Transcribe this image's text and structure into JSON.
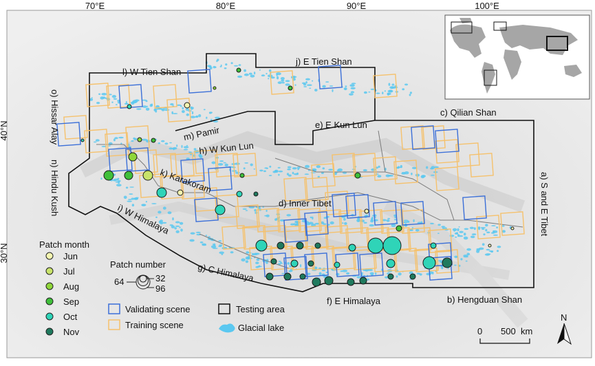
{
  "coordinates": {
    "lon_labels": [
      "70°E",
      "80°E",
      "90°E",
      "100°E"
    ],
    "lat_labels": [
      "40°N",
      "30°N"
    ]
  },
  "regions": {
    "a": "a) S and E Tibet",
    "b": "b) Hengduan Shan",
    "c": "c) Qilian Shan",
    "d": "d) Inner Tibet",
    "e": "e) E Kun Lun",
    "f": "f) E Himalaya",
    "g": "g) C Himalaya",
    "h": "h) W Kun Lun",
    "i": "i) W Himalaya",
    "j": "j) E Tien Shan",
    "k": "k) Karakoram",
    "l": "l) W Tien Shan",
    "m": "m) Pamir",
    "n": "n) Hindu Kush",
    "o": "o) Hissar Alay"
  },
  "legend": {
    "patch_month_title": "Patch month",
    "months": [
      {
        "label": "Jun",
        "color": "#f4f6b0"
      },
      {
        "label": "Jul",
        "color": "#c8e36a"
      },
      {
        "label": "Aug",
        "color": "#8fd63a"
      },
      {
        "label": "Sep",
        "color": "#3fbf3a"
      },
      {
        "label": "Oct",
        "color": "#2fd4b8"
      },
      {
        "label": "Nov",
        "color": "#1f7a5e"
      }
    ],
    "patch_number_title": "Patch number",
    "patch_numbers": [
      "32",
      "64",
      "96"
    ],
    "validating_scene": "Validating scene",
    "training_scene": "Training scene",
    "testing_area": "Testing area",
    "glacial_lake": "Glacial lake",
    "validating_color": "#3b6fd8",
    "training_color": "#f5c16c",
    "lake_color": "#5bc8f0"
  },
  "scalebar": {
    "zero": "0",
    "value": "500",
    "unit": "km"
  },
  "north_arrow": "N"
}
